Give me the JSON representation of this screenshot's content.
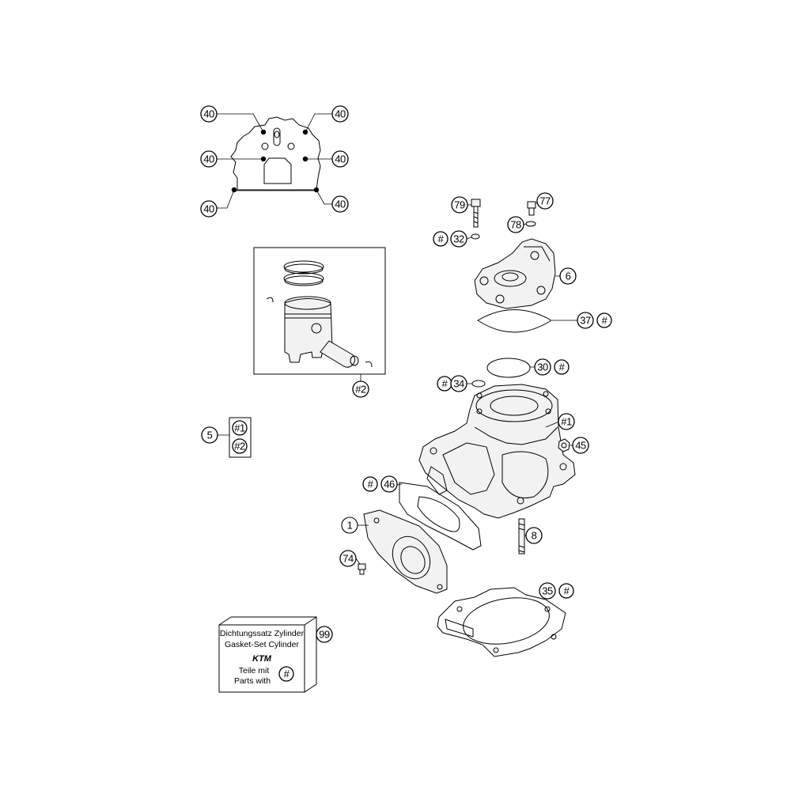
{
  "callouts": {
    "c40a": "40",
    "c40b": "40",
    "c40c": "40",
    "c40d": "40",
    "c40e": "40",
    "c40f": "40",
    "c79": "79",
    "c77": "77",
    "c78": "78",
    "c32h": "#",
    "c32": "32",
    "c6": "6",
    "c37": "37",
    "c37h": "#",
    "c30": "30",
    "c30h": "#",
    "c34h": "#",
    "c34": "34",
    "c2": "#2",
    "c1a": "#1",
    "c45": "45",
    "c5": "5",
    "c5a": "#1",
    "c5b": "#2",
    "c46h": "#",
    "c46": "46",
    "c1": "1",
    "c8": "8",
    "c74": "74",
    "c35": "35",
    "c35h": "#",
    "c99": "99"
  },
  "gasket_box": {
    "line1": "Dichtungssatz Zylinder",
    "line2": "Gasket-Set Cylinder",
    "logo": "KTM",
    "line3": "Teile mit",
    "line4": "Parts with",
    "marker": "#"
  }
}
